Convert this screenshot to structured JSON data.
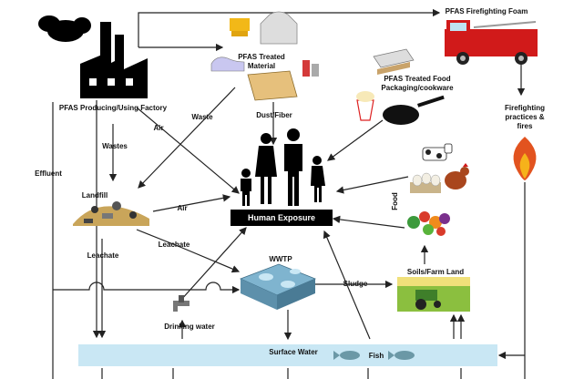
{
  "colors": {
    "water": "#c9e7f4",
    "box": "#000000",
    "box_text": "#ffffff",
    "arrow": "#222222",
    "fire": "#e2531f",
    "truck": "#d11a1a",
    "fish": "#6b98a6",
    "field": "#8bbf3f"
  },
  "nodes": {
    "factory": "PFAS Producing/Using Factory",
    "treated_material": "PFAS Treated Material",
    "food_packaging": "PFAS Treated Food Packaging/cookware",
    "firefighting_foam": "PFAS Firefighting Foam",
    "firefighting_practices": "Firefighting practices & fires",
    "human_exposure": "Human Exposure",
    "landfill": "Landfill",
    "wwtp": "WWTP",
    "soils": "Soils/Farm Land",
    "drinking_water": "Drinking water",
    "surface_water": "Surface Water",
    "fish": "Fish"
  },
  "edge_labels": {
    "air_factory": "Air",
    "waste": "Waste",
    "wastes": "Wastes",
    "dust": "Dust/Fiber",
    "effluent": "Effluent",
    "air_landfill": "Air",
    "leachate_right": "Leachate",
    "leachate_down": "Leachate",
    "sludge": "Sludge",
    "food": "Food"
  },
  "icons": [
    "factory-icon",
    "chair-icon",
    "hoodie-icon",
    "sneaker-icon",
    "carpet-icon",
    "cosmetics-icon",
    "pizza-box-icon",
    "popcorn-icon",
    "frying-pan-icon",
    "fire-truck-icon",
    "flame-icon",
    "family-icon",
    "cow-icon",
    "eggs-icon",
    "hen-icon",
    "vegetables-icon",
    "tractor-icon",
    "faucet-icon",
    "treatment-plant-icon",
    "landfill-icon",
    "fish-icon"
  ]
}
